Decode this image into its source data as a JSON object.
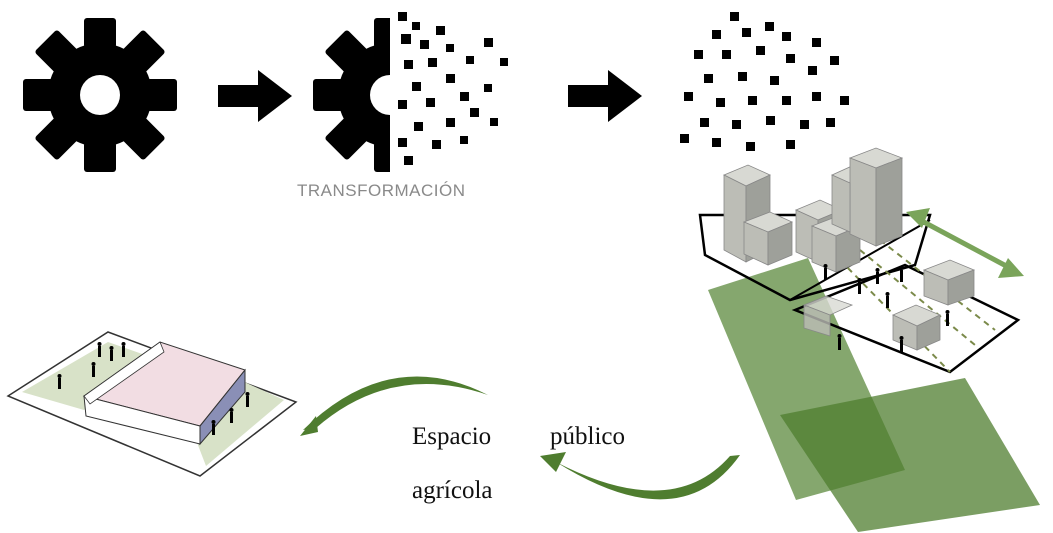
{
  "labels": {
    "transformation": "TRANSFORMACIÓN",
    "caption_word_1": "Espacio",
    "caption_word_2": "público",
    "caption_word_3": "agrícola"
  },
  "colors": {
    "icon_black": "#000000",
    "green_dark": "#4f7d2f",
    "green_translucent": "#5c8a3d",
    "green_arrow": "#7aa45a",
    "block_gray": "#c8c9c3",
    "sketch_green": "#d8e2c8",
    "roof_pink": "#f2dde3",
    "wall_blue": "#8a8fb6"
  },
  "icons": {
    "stage_1": "gear-icon",
    "arrow_1": "arrow-right-icon",
    "stage_2": "dissolving-gear-icon",
    "arrow_2": "arrow-right-icon",
    "stage_3": "pixel-cloud-icon"
  }
}
